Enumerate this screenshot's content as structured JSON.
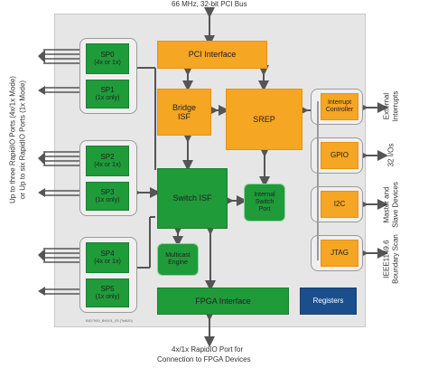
{
  "top_label": "66 MHz, 32-bit PCI Bus",
  "bottom_label_line1": "4x/1x RapidIO Port for",
  "bottom_label_line2": "Connection to FPGA Devices",
  "left_label_line1": "Up to three RapidIO Ports (4x/1x Mode)",
  "left_label_line2": "or Up to six RapidIO Ports (1x Mode)",
  "ports": [
    {
      "name": "SP0",
      "mode": "(4x or 1x)"
    },
    {
      "name": "SP1",
      "mode": "(1x only)"
    },
    {
      "name": "SP2",
      "mode": "(4x or 1x)"
    },
    {
      "name": "SP3",
      "mode": "(1x only)"
    },
    {
      "name": "SP4",
      "mode": "(4x or 1x)"
    },
    {
      "name": "SP5",
      "mode": "(1x only)"
    }
  ],
  "blocks": {
    "pci_interface": "PCI Interface",
    "bridge_isf_1": "Bridge",
    "bridge_isf_2": "ISF",
    "srep": "SREP",
    "switch_isf": "Switch ISF",
    "internal_switch_1": "Internal",
    "internal_switch_2": "Switch",
    "internal_switch_3": "Port",
    "multicast_1": "Multicast",
    "multicast_2": "Engine",
    "fpga_interface": "FPGA Interface",
    "registers": "Registers"
  },
  "peripherals": [
    {
      "name_1": "Interrupt",
      "name_2": "Controller",
      "ext_1": "External",
      "ext_2": "Interrupts"
    },
    {
      "name_1": "GPIO",
      "name_2": "",
      "ext_1": "32 I/Os",
      "ext_2": ""
    },
    {
      "name_1": "I2C",
      "name_2": "",
      "ext_1": "Master and",
      "ext_2": "Slave Devices"
    },
    {
      "name_1": "JTAG",
      "name_2": "",
      "ext_1": "IEEE1149.6",
      "ext_2": "Boundary Scan"
    }
  ],
  "part_code": "BID7000_BK001_03 (Tsi620)",
  "colors": {
    "green": "#1f9b3a",
    "orange": "#f5a623",
    "blue": "#1b4e8c",
    "arrow": "#555555"
  }
}
